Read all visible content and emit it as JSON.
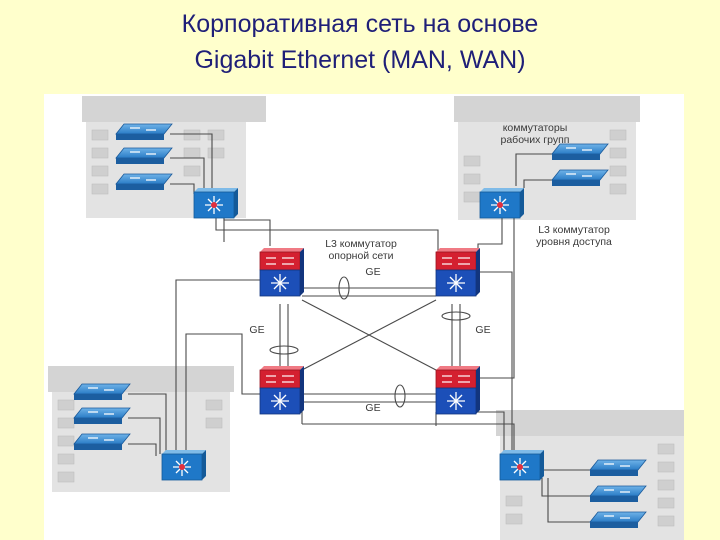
{
  "title": {
    "line1": "Корпоративная сеть на основе",
    "line2": "Gigabit Ethernet  (MAN, WAN)"
  },
  "labels": {
    "workgroup_switches": "коммутаторы\nрабочих групп",
    "access_switch": "L3 коммутатор\nуровня доступа",
    "core_switch": "L3 коммутатор\nопорной сети",
    "ge_top": "GE",
    "ge_left": "GE",
    "ge_right": "GE",
    "ge_bottom": "GE"
  },
  "colors": {
    "background": "#ffffcc",
    "title": "#1f1f78",
    "workgroup_switch": "#1e6fb5",
    "access_switch": "#1f78c8",
    "core_switch_top": "#d42030",
    "core_switch_bottom": "#1c4fb8",
    "building": "#d4d4d4"
  },
  "icons": [
    "building",
    "workgroup-switch-icon",
    "access-switch-icon",
    "l3-core-switch-icon"
  ]
}
